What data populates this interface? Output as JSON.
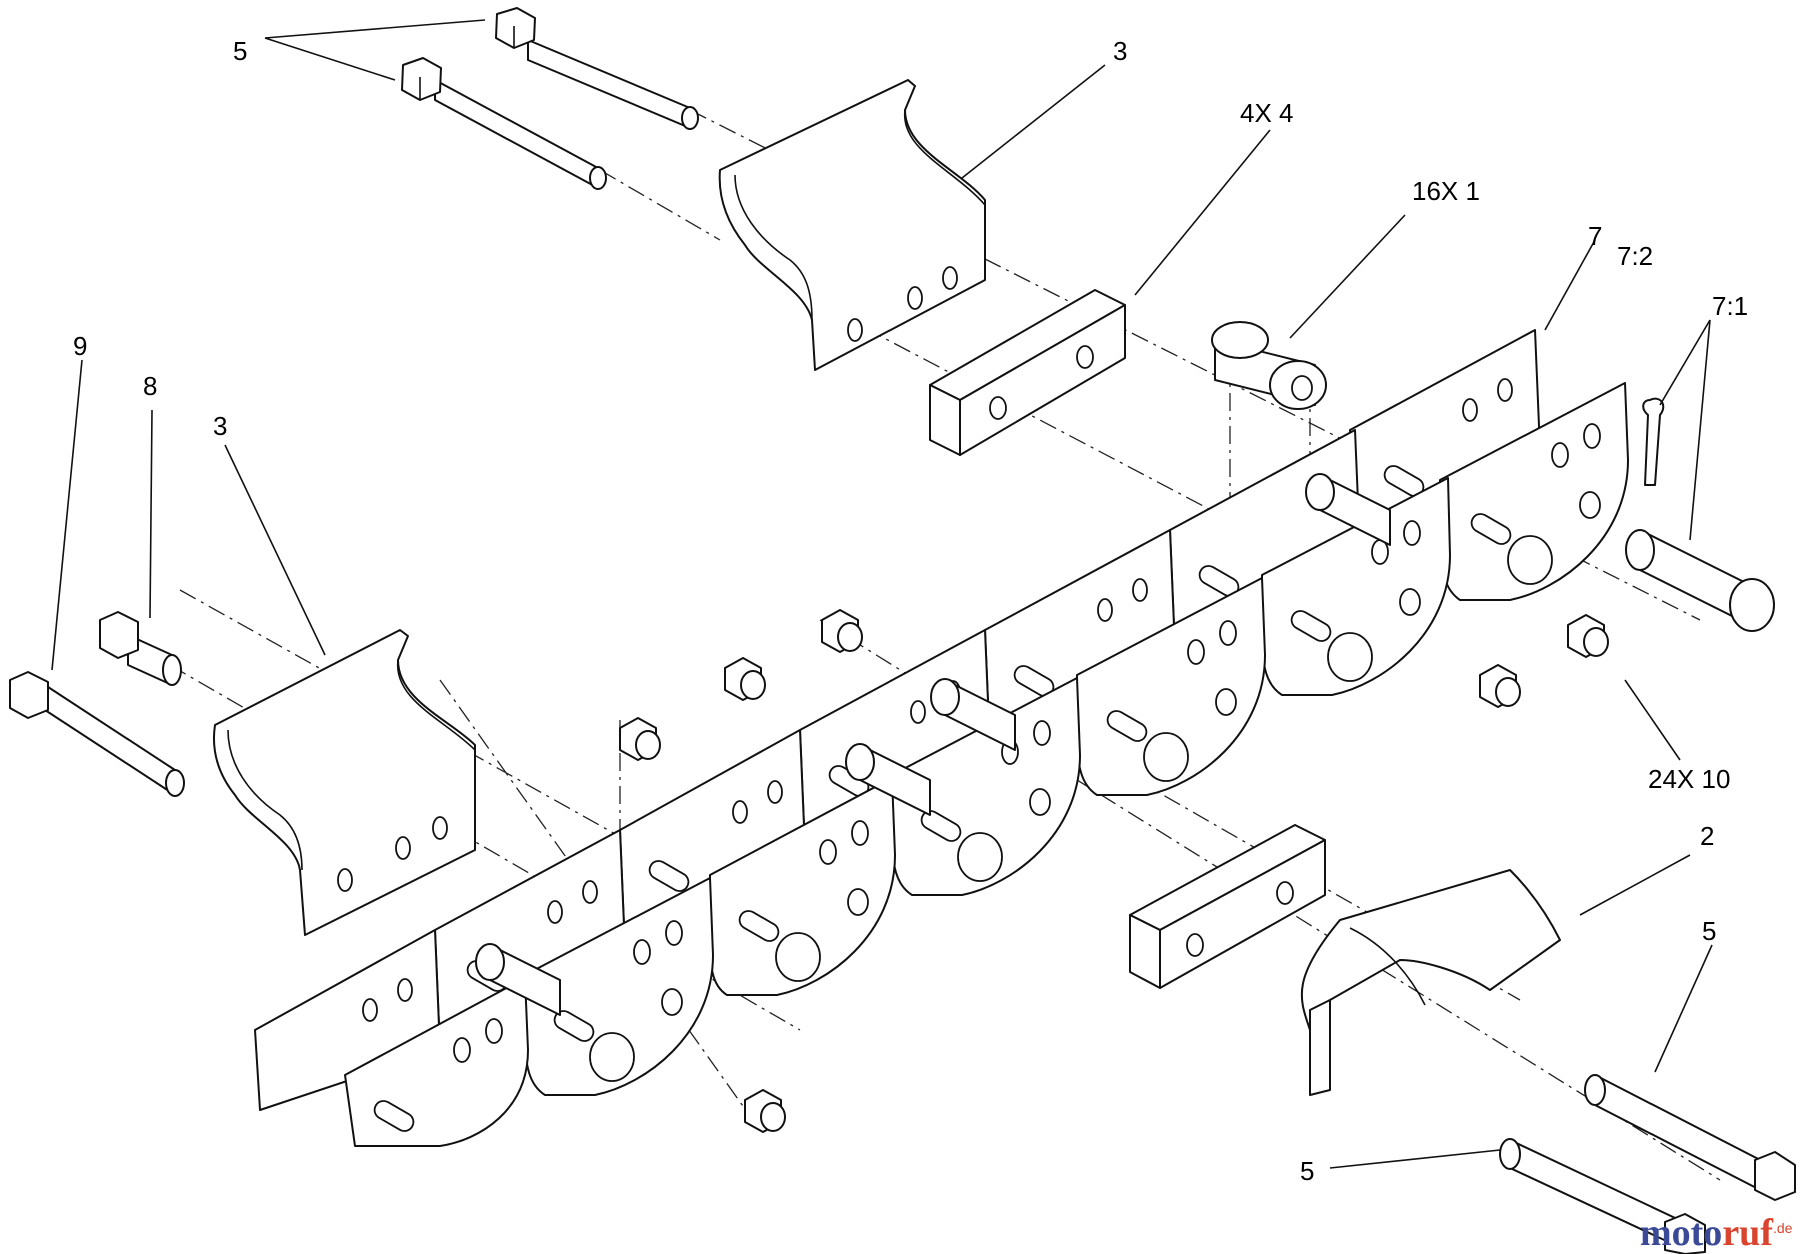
{
  "diagram": {
    "callouts": {
      "top_left_bolts": "5",
      "top_mount": "3",
      "spacer_block": "4X 4",
      "roller": "16X 1",
      "chain": "7",
      "chain_link": "7:2",
      "pin_clip": "7:1",
      "nut": "24X 10",
      "bottom_mount": "2",
      "bottom_bolt_right": "5",
      "bottom_bolt_left": "5",
      "long_bolt": "9",
      "short_bolt": "8",
      "left_mount": "3"
    },
    "colors": {
      "ink": "#111111",
      "logo_blue": "#3a4a96",
      "logo_red": "#d9442f"
    }
  },
  "watermark": {
    "brand_a": "moto",
    "brand_b": "ruf",
    "tld": ".de"
  }
}
